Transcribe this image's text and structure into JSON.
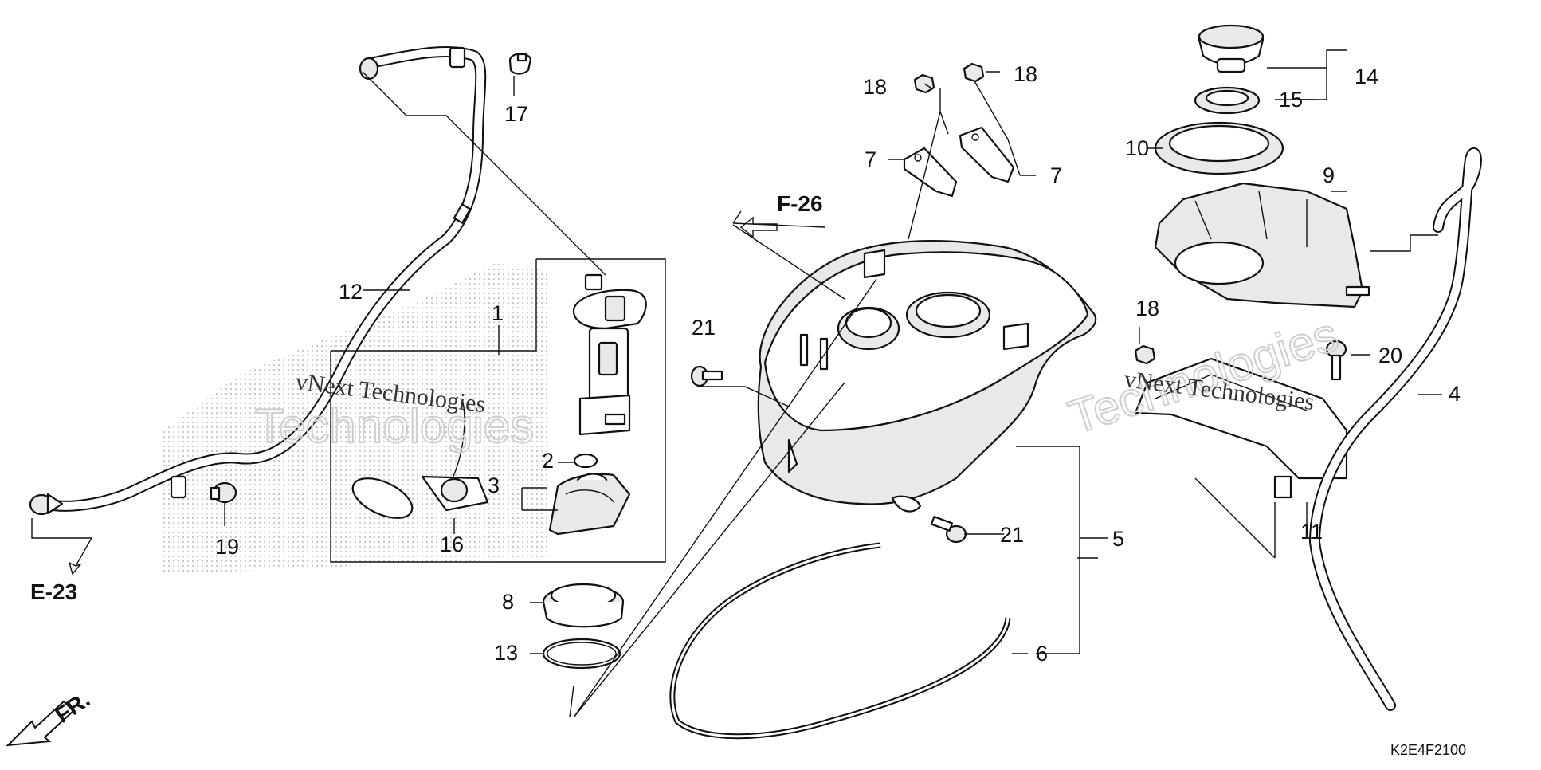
{
  "diagram": {
    "code": "K2E4F2100",
    "front_label": "FR.",
    "refs": {
      "e23": "E-23",
      "f26": "F-26"
    },
    "watermark": {
      "company": "vNext Technologies"
    },
    "callouts": {
      "c1": "1",
      "c2": "2",
      "c3": "3",
      "c4": "4",
      "c5": "5",
      "c6": "6",
      "c7a": "7",
      "c7b": "7",
      "c8": "8",
      "c9": "9",
      "c10": "10",
      "c11": "11",
      "c12": "12",
      "c13": "13",
      "c14": "14",
      "c15": "15",
      "c16": "16",
      "c17": "17",
      "c18a": "18",
      "c18b": "18",
      "c18c": "18",
      "c19": "19",
      "c20": "20",
      "c21a": "21",
      "c21b": "21"
    }
  }
}
